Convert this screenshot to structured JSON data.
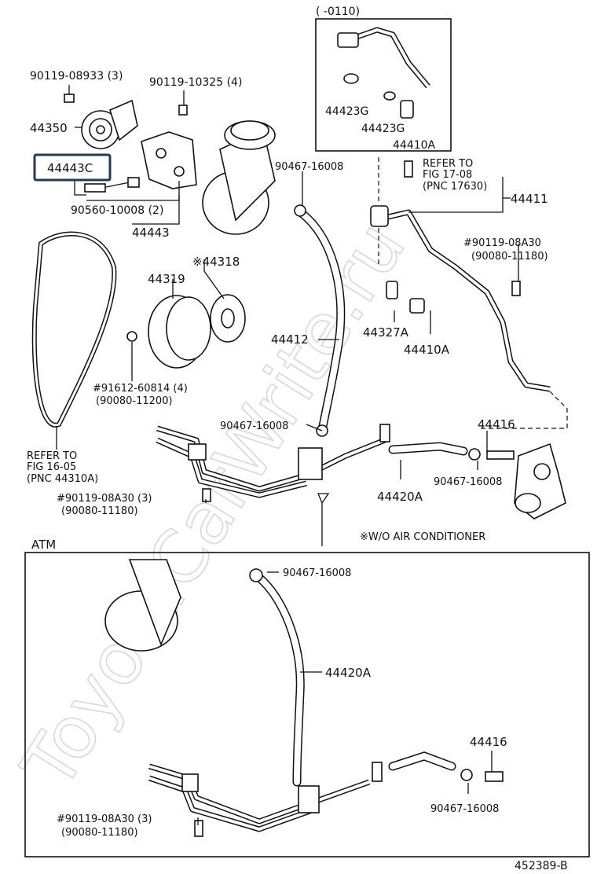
{
  "watermark": "ToyotaCarWrite.ru",
  "diagram_id": "452389-B",
  "section_labels": {
    "inset_range": "(       -0110)",
    "atm": "ATM",
    "note_wo_ac": "※W/O AIR CONDITIONER"
  },
  "highlighted_part": "44443C",
  "labels": {
    "p90119_08933": "90119-08933 (3)",
    "p90119_10325": "90119-10325 (4)",
    "p44350": "44350",
    "p44443C": "44443C",
    "p90560_10008": "90560-10008 (2)",
    "p44443": "44443",
    "p44423G_a": "44423G",
    "p44423G_b": "44423G",
    "p44410A_inset": "44410A",
    "refer_17_line1": "REFER TO",
    "refer_17_line2": "FIG 17-08",
    "refer_17_line3": "(PNC 17630)",
    "p44411": "44411",
    "p90467_16008_a": "90467-16008",
    "p90119_08A30_a": "#90119-08A30",
    "p90080_11180_a": "(90080-11180)",
    "p44318": "※44318",
    "p44319": "44319",
    "p44412": "44412",
    "p44327A": "44327A",
    "p44410A": "44410A",
    "p91612": "#91612-60814 (4)",
    "p90080_11200": "(90080-11200)",
    "p90467_16008_b": "90467-16008",
    "p44416_a": "44416",
    "p90467_16008_c": "90467-16008",
    "p44420A_a": "44420A",
    "refer_16_line1": "REFER TO",
    "refer_16_line2": "FIG 16-05",
    "refer_16_line3": "(PNC 44310A)",
    "p90119_08A30_b": "#90119-08A30 (3)",
    "p90080_11180_b": "(90080-11180)",
    "p90467_16008_d": "90467-16008",
    "p44420A_b": "44420A",
    "p44416_b": "44416",
    "p90467_16008_e": "90467-16008",
    "p90119_08A30_c": "#90119-08A30 (3)",
    "p90080_11180_c": "(90080-11180)"
  }
}
